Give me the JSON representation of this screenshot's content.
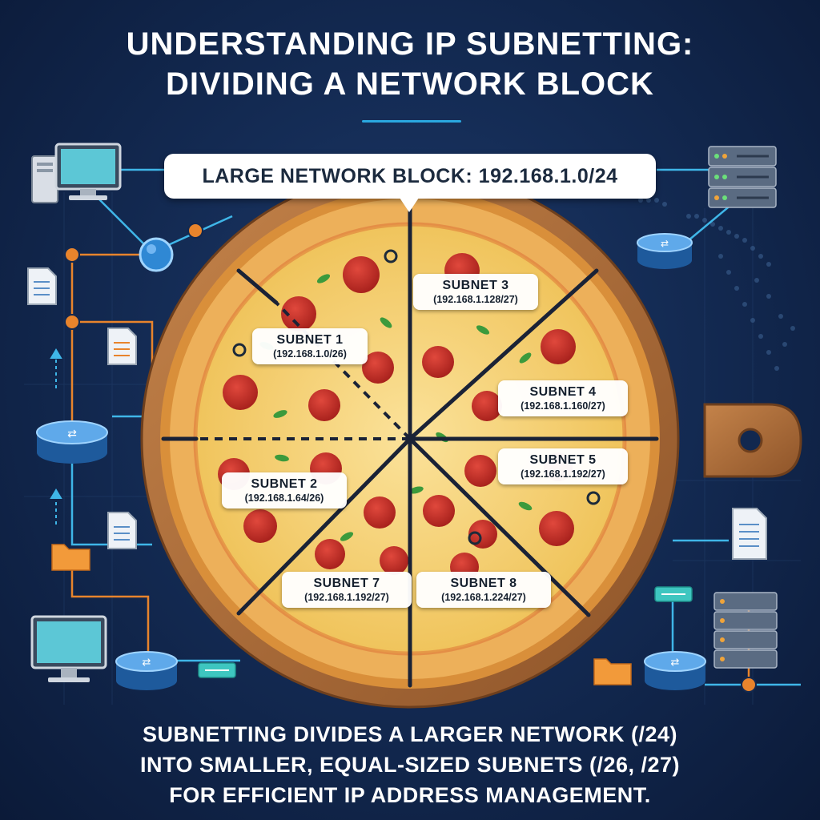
{
  "header": {
    "title_line1": "UNDERSTANDING IP SUBNETTING:",
    "title_line2": "DIVIDING A NETWORK BLOCK"
  },
  "network_block": {
    "label": "LARGE NETWORK BLOCK: 192.168.1.0/24"
  },
  "subnets": [
    {
      "name": "SUBNET 1",
      "cidr": "(192.168.1.0/26)"
    },
    {
      "name": "SUBNET 2",
      "cidr": "(192.168.1.64/26)"
    },
    {
      "name": "SUBNET 3",
      "cidr": "(192.168.1.128/27)"
    },
    {
      "name": "SUBNET 4",
      "cidr": "(192.168.1.160/27)"
    },
    {
      "name": "SUBNET 5",
      "cidr": "(192.168.1.192/27)"
    },
    {
      "name": "SUBNET 7",
      "cidr": "(192.168.1.192/27)"
    },
    {
      "name": "SUBNET 8",
      "cidr": "(192.168.1.224/27)"
    }
  ],
  "caption": {
    "line1": "SUBNETTING DIVIDES A LARGER NETWORK (/24)",
    "line2": "INTO SMALLER, EQUAL-SIZED SUBNETS (/26, /27)",
    "line3": "FOR EFFICIENT IP ADDRESS MANAGEMENT."
  },
  "colors": {
    "background": "#12284f",
    "accent": "#2aa8e0",
    "connector_orange": "#e8842c",
    "connector_cyan": "#3fb6e8",
    "board_wood": "#a8683a",
    "crust": "#e7a54c",
    "cheese": "#f6d578",
    "pepperoni": "#c8322c",
    "divider": "#1a2236"
  },
  "icons": [
    "desktop-computer-icon",
    "server-rack-icon",
    "router-icon",
    "document-icon",
    "folder-icon",
    "hub-node-icon",
    "world-map-icon",
    "switch-icon"
  ]
}
